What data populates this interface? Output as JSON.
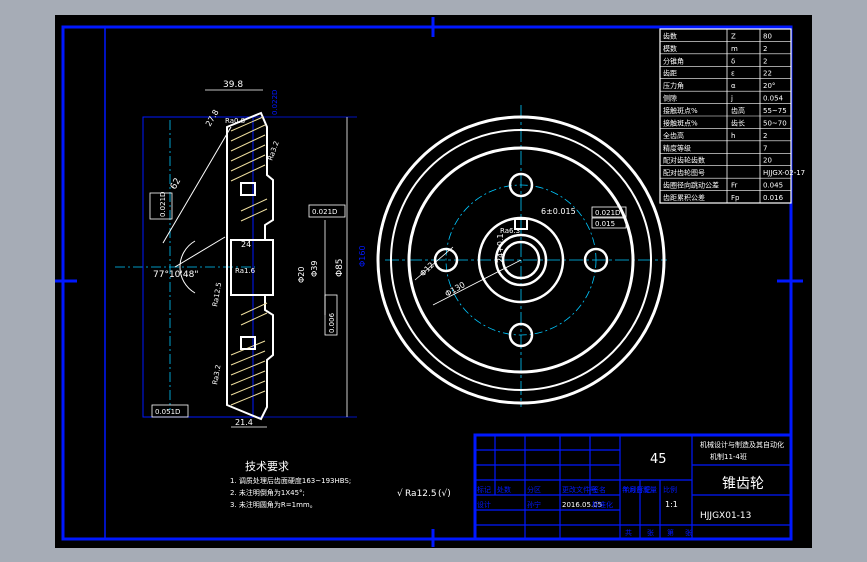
{
  "colors": {
    "background": "#000000",
    "frame": "#0018ff",
    "geometry": "#ffffff",
    "dimension": "#00c8ff",
    "hatch": "#f0e0a0",
    "window": "#a6acb6"
  },
  "params_table": [
    {
      "name": "齿数",
      "symbol": "Z",
      "value": "80"
    },
    {
      "name": "模数",
      "symbol": "m",
      "value": "2"
    },
    {
      "name": "分锥角",
      "symbol": "δ",
      "value": "2"
    },
    {
      "name": "齿距",
      "symbol": "ε",
      "value": "22"
    },
    {
      "name": "压力角",
      "symbol": "α",
      "value": "20°"
    },
    {
      "name": "侧隙",
      "symbol": "j",
      "value": "0.054"
    },
    {
      "name": "接触斑点%",
      "symbol": "齿高",
      "value": "55~75"
    },
    {
      "name": "接触斑点%",
      "symbol": "齿长",
      "value": "50~70"
    },
    {
      "name": "全齿高",
      "symbol": "h",
      "value": "2"
    },
    {
      "name": "精度等级",
      "symbol": "",
      "value": "7"
    },
    {
      "name": "配对齿轮齿数",
      "symbol": "",
      "value": "20"
    },
    {
      "name": "配对齿轮图号",
      "symbol": "",
      "value": "HJJGX-02-17"
    },
    {
      "name": "齿圈径向跳动公差",
      "symbol": "Fr",
      "value": "0.045"
    },
    {
      "name": "齿距累积公差",
      "symbol": "Fp",
      "value": "0.016"
    }
  ],
  "section_dims": {
    "d1": "39.8",
    "d2": "27.8",
    "d3": "62",
    "d4": "77°10'48\"",
    "d5": "24",
    "d6": "Φ20",
    "d7": "Φ39",
    "d8": "Φ85",
    "d9": "21.4",
    "d10": "Φ160"
  },
  "section_tags": {
    "t1": "0.021D",
    "t2": "0.021D",
    "t3": "0.006",
    "t4": "0.051D",
    "t5": "0.022D",
    "t6": "Ra0.8",
    "t7": "Ra3.2",
    "t8": "Ra1.6",
    "t9": "Ra12.5",
    "t10": "Ra3.2"
  },
  "front_dims": {
    "f1": "6±0.015",
    "f2": "0.021D",
    "f3": "0.015",
    "f4": "Ra6.3",
    "f5": "24+0.1",
    "f6": "Φ12",
    "f7": "Φ130"
  },
  "notes": {
    "title": "技术要求",
    "lines": [
      "1.  调质处理后齿面硬度163~193HBS;",
      "2.  未注明倒角为1X45°;",
      "3.  未注明圆角为R=1mm。"
    ],
    "roughness": "Ra12.5",
    "roughness_suffix": "(√)"
  },
  "title_block": {
    "material": "45",
    "school": "机械设计与制造及其自动化",
    "class": "机制11-4班",
    "part_name": "锥齿轮",
    "drawing_no": "HJJGX01-13",
    "scale": "1:1",
    "sign_row": [
      "标记",
      "处数",
      "分区",
      "更改文件号",
      "签名",
      "年月日"
    ],
    "role_row": [
      "设计",
      "孙宁",
      "2016.05.05",
      "标准化"
    ],
    "stage_row": [
      "阶段标记",
      "重量",
      "比例"
    ],
    "sheet_row": [
      "共",
      "张",
      "第",
      "张"
    ]
  }
}
